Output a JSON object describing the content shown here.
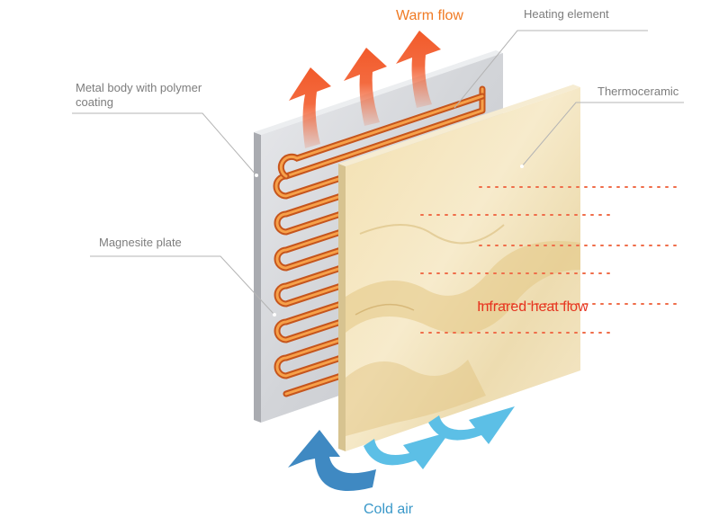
{
  "labels": {
    "warm_flow": "Warm flow",
    "heating_element": "Heating element",
    "metal_body": "Metal body with polymer coating",
    "thermoceramic": "Thermoceramic",
    "magnesite_plate": "Magnesite plate",
    "infrared_heat_flow": "Infrared heat flow",
    "cold_air": "Cold air"
  },
  "colors": {
    "warm_arrow": "#f25a2a",
    "heating_coil": "#f08a2e",
    "cold_arrow": "#5cbfe6",
    "infrared_dots": "#ef6d4a",
    "metal_plate": "#dcdde0",
    "ceramic": "#f1e2b8",
    "leader_line": "#b4b4b4"
  }
}
